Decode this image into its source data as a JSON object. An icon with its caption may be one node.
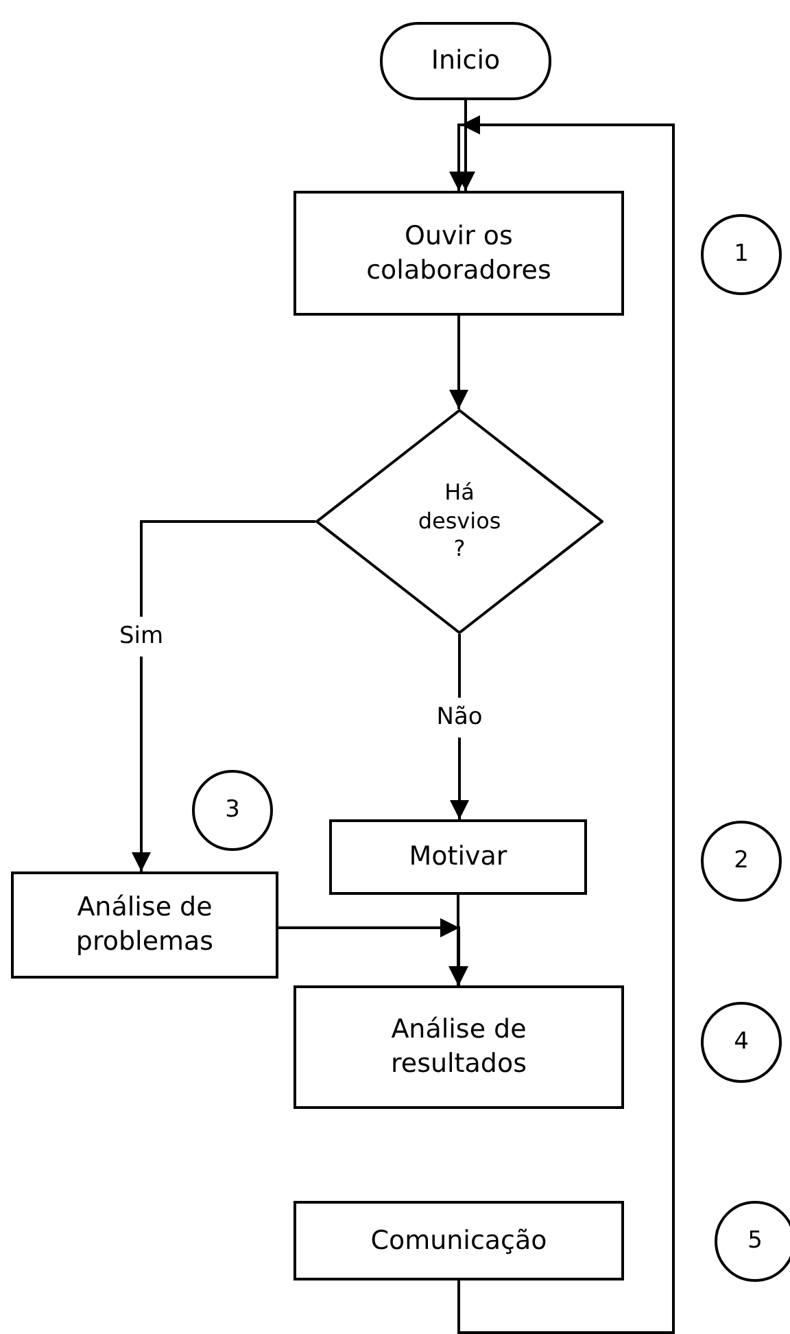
{
  "diagram": {
    "nodes": [
      {
        "text": [
          "Inicio"
        ]
      },
      {
        "text": [
          "Ouvir os colaboradores"
        ]
      },
      {
        "text": [
          "Há desvios ?"
        ]
      },
      {
        "text": [
          "Motivar"
        ]
      },
      {
        "text": [
          "Análise de problemas"
        ]
      },
      {
        "text": [
          "Análise de resultados"
        ]
      },
      {
        "text": [
          "Comunicação"
        ]
      },
      {
        "text": [
          "1"
        ]
      },
      {
        "text": [
          "2"
        ]
      },
      {
        "text": [
          "3"
        ]
      },
      {
        "text": [
          "4"
        ]
      },
      {
        "text": [
          "5"
        ]
      }
    ],
    "edges": [
      {
        "from": 0,
        "to": 1,
        "arrow": "to"
      },
      {
        "from": 1,
        "to": 2,
        "arrow": "to"
      },
      {
        "from": 2,
        "to": 4,
        "label": "Sim",
        "arrow": "to"
      },
      {
        "from": 2,
        "to": 3,
        "label": "Não",
        "arrow": "to"
      },
      {
        "from": 3,
        "to": 5,
        "arrow": "to"
      },
      {
        "from": 4,
        "to": 5,
        "arrow": "to"
      },
      {
        "from": 6,
        "to": 1,
        "arrow": "to"
      }
    ]
  }
}
